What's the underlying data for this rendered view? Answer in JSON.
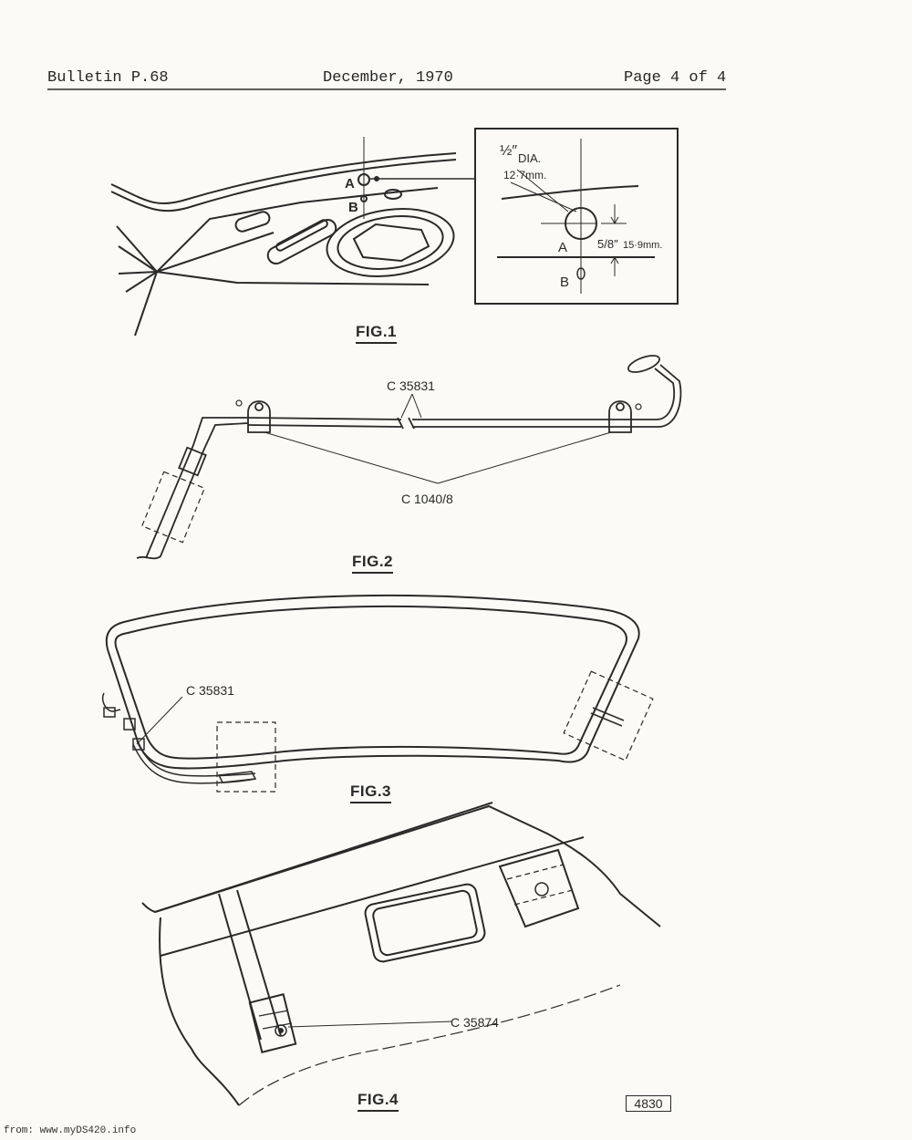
{
  "header": {
    "bulletin": "Bulletin P.68",
    "date": "December, 1970",
    "page": "Page 4 of 4"
  },
  "fig1": {
    "caption": "FIG.1",
    "point_a": "A",
    "point_b": "B",
    "inset": {
      "dia_fraction": "½″",
      "dia_label": "DIA.",
      "dia_mm": "12·7mm.",
      "point_a": "A",
      "point_b": "B",
      "dist_fraction": "5/8″",
      "dist_mm": "15·9mm."
    }
  },
  "fig2": {
    "caption": "FIG.2",
    "part_pipe": "C 35831",
    "part_clip": "C 1040/8"
  },
  "fig3": {
    "caption": "FIG.3",
    "part_pipe": "C 35831"
  },
  "fig4": {
    "caption": "FIG.4",
    "part_strap": "C 35874"
  },
  "stamp": "4830",
  "footer": "from: www.myDS420.info"
}
